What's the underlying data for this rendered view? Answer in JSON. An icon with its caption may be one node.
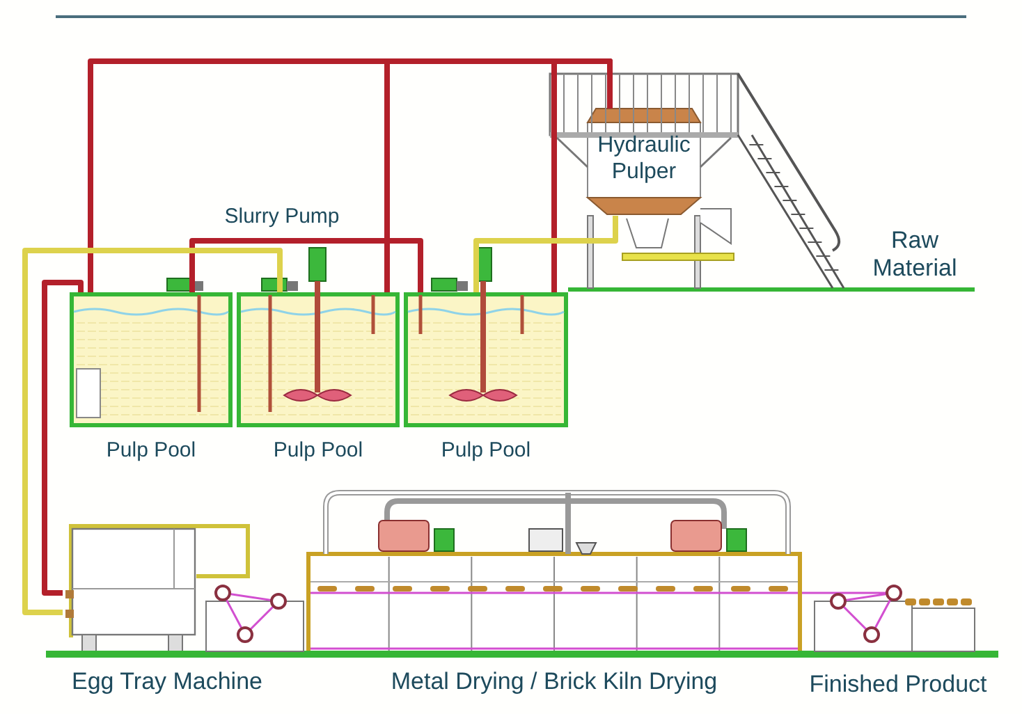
{
  "diagram": {
    "nodes": [
      {
        "text": [
          "Hydraulic Pulper"
        ]
      },
      {
        "text": [
          "Pulp Pool"
        ]
      },
      {
        "text": [
          "Pulp Pool"
        ]
      },
      {
        "text": [
          "Pulp Pool"
        ]
      },
      {
        "text": [
          "Egg Tray Machine"
        ]
      },
      {
        "text": [
          "Metal Drying / Brick Kiln Drying"
        ]
      }
    ],
    "edges": [
      {
        "from": 1,
        "to": 0,
        "arrow": "none"
      },
      {
        "from": 2,
        "to": 0,
        "arrow": "none"
      },
      {
        "from": 3,
        "to": 0,
        "arrow": "none"
      },
      {
        "from": 1,
        "to": 3,
        "arrow": "none"
      },
      {
        "from": 0,
        "to": 3,
        "arrow": "none",
        "color": "#ddd24c"
      },
      {
        "from": 1,
        "to": 4,
        "arrow": "none"
      },
      {
        "from": 2,
        "to": 4,
        "arrow": "none",
        "color": "#ddd24c"
      }
    ],
    "labels": [
      "Slurry Pump",
      "Raw Material",
      "Finished Product"
    ]
  }
}
